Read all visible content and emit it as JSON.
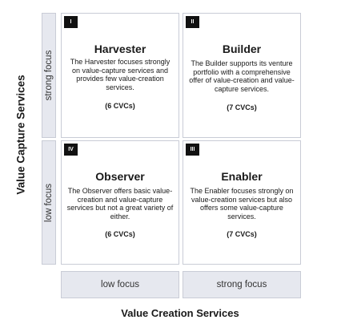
{
  "axes": {
    "y_title": "Value Capture Services",
    "x_title": "Value Creation Services",
    "rows": {
      "top": "strong focus",
      "bottom": "low focus"
    },
    "cols": {
      "left": "low focus",
      "right": "strong focus"
    }
  },
  "quadrants": {
    "harvester": {
      "badge": "I",
      "title": "Harvester",
      "desc": "The Harvester focuses strongly on value-capture services and provides few value-creation services.",
      "count": "(6 CVCs)"
    },
    "builder": {
      "badge": "II",
      "title": "Builder",
      "desc": "The Builder supports its venture portfolio with a comprehensive offer of value-creation and value-capture services.",
      "count": "(7 CVCs)"
    },
    "observer": {
      "badge": "IV",
      "title": "Observer",
      "desc": "The Observer offers basic value-creation and value-capture services but not a great variety of either.",
      "count": "(6 CVCs)"
    },
    "enabler": {
      "badge": "III",
      "title": "Enabler",
      "desc": "The Enabler focuses strongly on value-creation services but also offers some value-capture services.",
      "count": "(7 CVCs)"
    }
  }
}
